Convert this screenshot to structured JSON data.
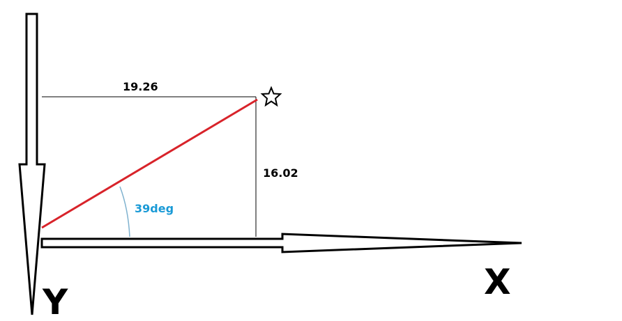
{
  "colors": {
    "background": "#ffffff",
    "outline": "#000000",
    "vector": "#d8232a",
    "angle_arc": "#7fb2cf",
    "angle_label": "#1a9ad6"
  },
  "labels": {
    "horizontal_distance": "19.26",
    "vertical_distance": "16.02",
    "angle": "39deg",
    "x_axis": "X",
    "y_axis": "Y"
  },
  "icons": {
    "target": "star-icon"
  }
}
